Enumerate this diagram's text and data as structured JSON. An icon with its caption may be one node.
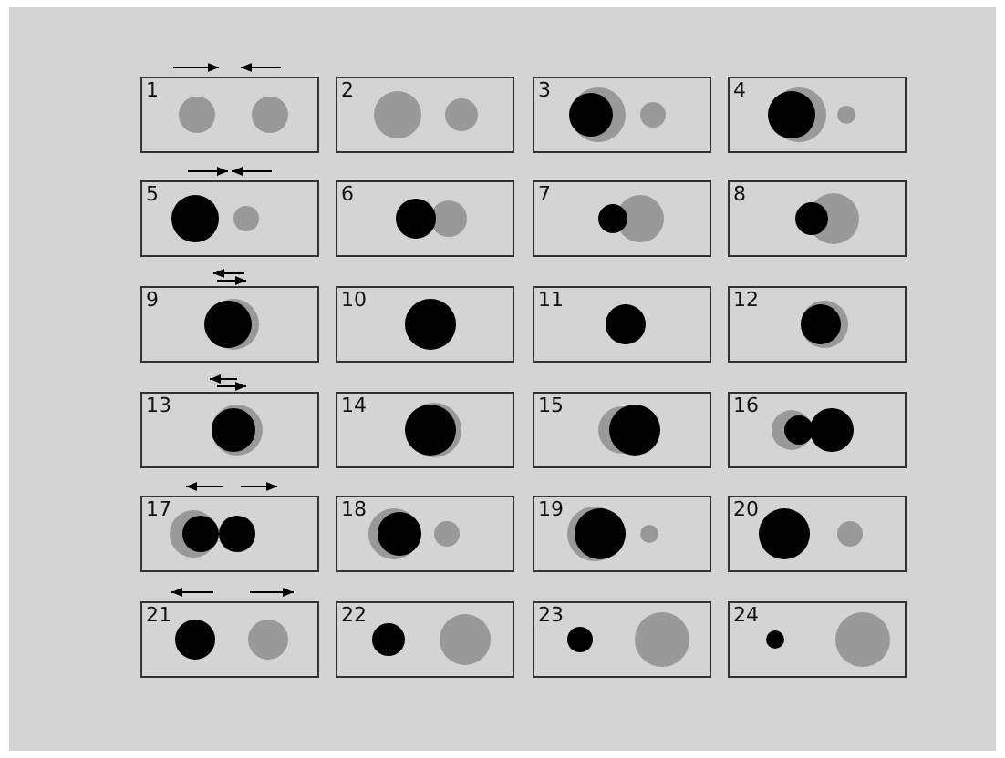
{
  "diagram": {
    "nodes": [
      {
        "text": [
          "1"
        ]
      },
      {
        "text": [
          "2"
        ]
      },
      {
        "text": [
          "3"
        ]
      },
      {
        "text": [
          "4"
        ]
      },
      {
        "text": [
          "5"
        ]
      },
      {
        "text": [
          "6"
        ]
      },
      {
        "text": [
          "7"
        ]
      },
      {
        "text": [
          "8"
        ]
      },
      {
        "text": [
          "9"
        ]
      },
      {
        "text": [
          "10"
        ]
      },
      {
        "text": [
          "11"
        ]
      },
      {
        "text": [
          "12"
        ]
      },
      {
        "text": [
          "13"
        ]
      },
      {
        "text": [
          "14"
        ]
      },
      {
        "text": [
          "15"
        ]
      },
      {
        "text": [
          "16"
        ]
      },
      {
        "text": [
          "17"
        ]
      },
      {
        "text": [
          "18"
        ]
      },
      {
        "text": [
          "19"
        ]
      },
      {
        "text": [
          "20"
        ]
      },
      {
        "text": [
          "21"
        ]
      },
      {
        "text": [
          "22"
        ]
      },
      {
        "text": [
          "23"
        ]
      },
      {
        "text": [
          "24"
        ]
      }
    ]
  }
}
